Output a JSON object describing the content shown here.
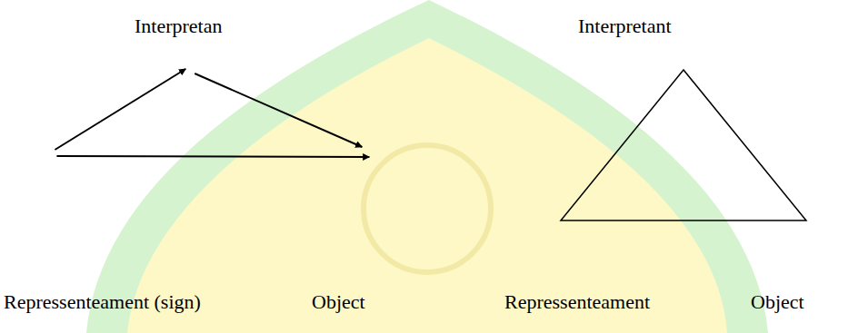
{
  "diagram": {
    "nodes": [
      {
        "text": [
          "Interpretan"
        ]
      },
      {
        "text": [
          "Repressenteament (sign)"
        ]
      },
      {
        "text": [
          "Object"
        ]
      }
    ],
    "edges": [
      {
        "from": 1,
        "to": 0,
        "arrow": "to"
      },
      {
        "from": 0,
        "to": 2,
        "arrow": "to"
      },
      {
        "from": 1,
        "to": 2,
        "arrow": "to"
      }
    ],
    "labels": [
      "Interpretant",
      "Repressenteament",
      "Object"
    ]
  }
}
